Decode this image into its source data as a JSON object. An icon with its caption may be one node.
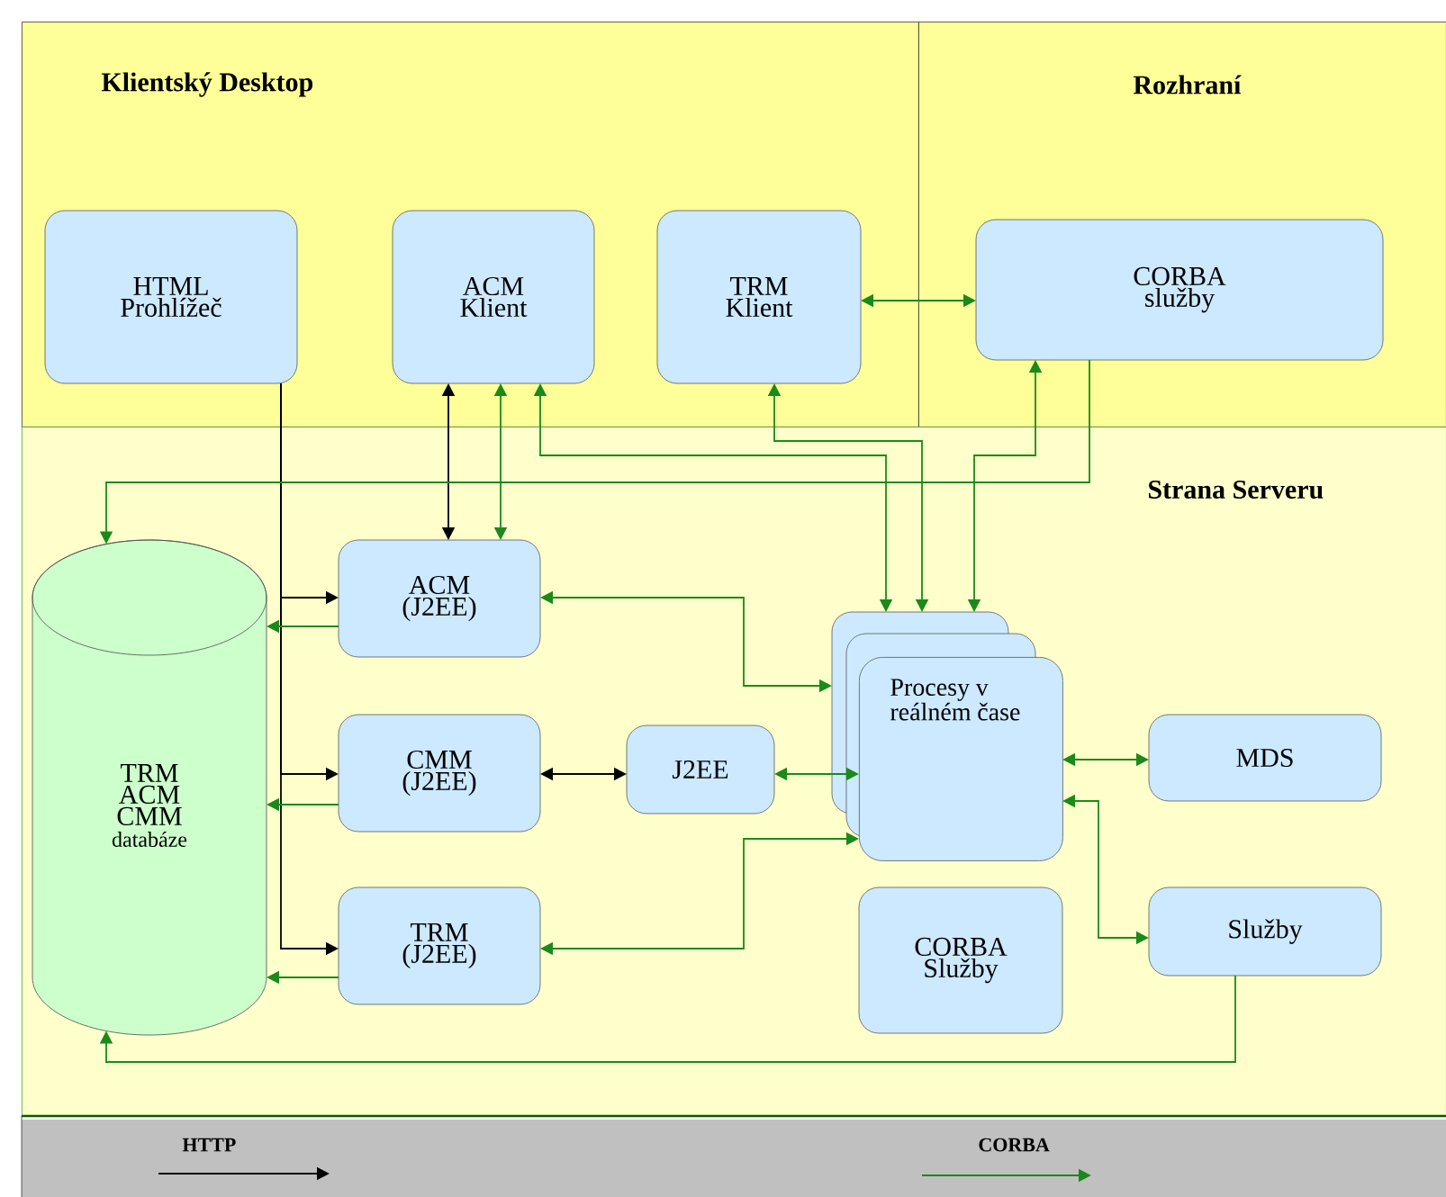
{
  "diagram": {
    "nodes": [
      {
        "text": [
          "Klientský Desktop"
        ]
      },
      {
        "text": [
          "Rozhraní"
        ]
      },
      {
        "text": [
          "Strana Serveru"
        ]
      },
      {
        "text": [
          "HTML Prohlížeč"
        ],
        "in": 0
      },
      {
        "text": [
          "ACM Klient"
        ],
        "in": 0
      },
      {
        "text": [
          "TRM Klient"
        ],
        "in": 0
      },
      {
        "text": [
          "CORBA služby"
        ],
        "in": 1
      },
      {
        "text": [
          "TRM ACM CMM",
          "databáze"
        ],
        "in": 2
      },
      {
        "text": [
          "ACM (J2EE)"
        ],
        "in": 2
      },
      {
        "text": [
          "CMM (J2EE)"
        ],
        "in": 2
      },
      {
        "text": [
          "TRM (J2EE)"
        ],
        "in": 2
      },
      {
        "text": [
          "J2EE"
        ],
        "in": 2
      },
      {
        "text": [
          "Procesy v reálném čase"
        ],
        "in": 2
      },
      {
        "text": [
          "CORBA Služby"
        ],
        "in": 2
      },
      {
        "text": [
          "MDS"
        ],
        "in": 2
      },
      {
        "text": [
          "Služby"
        ],
        "in": 2
      }
    ],
    "edges": [
      {
        "from": 3,
        "to": 8,
        "arrow": "to",
        "color": "#000000"
      },
      {
        "from": 3,
        "to": 9,
        "arrow": "to",
        "color": "#000000"
      },
      {
        "from": 3,
        "to": 10,
        "arrow": "to",
        "color": "#000000"
      },
      {
        "from": 4,
        "to": 8,
        "arrow": "both",
        "color": "#000000"
      },
      {
        "from": 9,
        "to": 11,
        "arrow": "both",
        "color": "#000000"
      },
      {
        "from": 4,
        "to": 8,
        "arrow": "both"
      },
      {
        "from": 5,
        "to": 6,
        "arrow": "both"
      },
      {
        "from": 4,
        "to": 12,
        "arrow": "both"
      },
      {
        "from": 5,
        "to": 12,
        "arrow": "both"
      },
      {
        "from": 6,
        "to": 12,
        "arrow": "both"
      },
      {
        "from": 6,
        "to": 7,
        "arrow": "to"
      },
      {
        "from": 8,
        "to": 7,
        "arrow": "to"
      },
      {
        "from": 9,
        "to": 7,
        "arrow": "to"
      },
      {
        "from": 10,
        "to": 7,
        "arrow": "to"
      },
      {
        "from": 8,
        "to": 12,
        "arrow": "both"
      },
      {
        "from": 11,
        "to": 12,
        "arrow": "both"
      },
      {
        "from": 10,
        "to": 12,
        "arrow": "both"
      },
      {
        "from": 12,
        "to": 14,
        "arrow": "both"
      },
      {
        "from": 12,
        "to": 15,
        "arrow": "both"
      },
      {
        "from": 15,
        "to": 7,
        "arrow": "to"
      }
    ],
    "legend": [
      {
        "text": "HTTP"
      },
      {
        "text": "CORBA"
      }
    ]
  }
}
